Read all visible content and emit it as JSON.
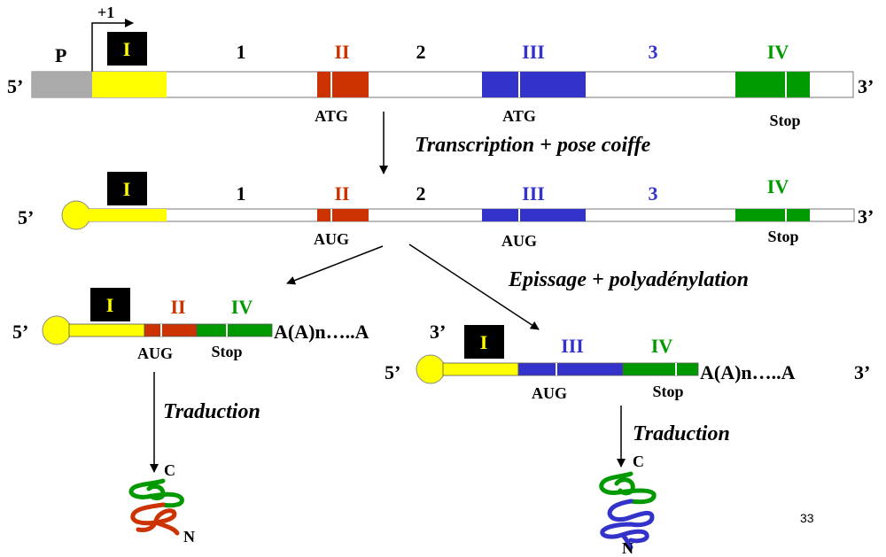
{
  "colors": {
    "exon_I": "#ffff00",
    "exon_II": "#cc3300",
    "exon_III": "#3333cc",
    "exon_IV": "#009900",
    "exon_I_label_bg": "#000000",
    "exon_I_label": "#ffff00",
    "promoter": "#aaaaaa",
    "intron_blue_label": "#3333cc"
  },
  "gene": {
    "tss": "+1",
    "promoter": "P",
    "five_prime": "5’",
    "three_prime": "3’",
    "exon_I": "I",
    "intron_1": "1",
    "exon_II": "II",
    "intron_2": "2",
    "exon_III": "III",
    "intron_3": "3",
    "exon_IV": "IV",
    "start_II": "ATG",
    "start_III": "ATG",
    "stop": "Stop"
  },
  "step1": "Transcription + pose coiffe",
  "premrna": {
    "five_prime": "5’",
    "three_prime": "3’",
    "exon_I": "I",
    "intron_1": "1",
    "exon_II": "II",
    "intron_2": "2",
    "exon_III": "III",
    "intron_3": "3",
    "exon_IV": "IV",
    "start_II": "AUG",
    "start_III": "AUG",
    "stop": "Stop"
  },
  "step2": "Epissage + polyadénylation",
  "mrna_left": {
    "five_prime": "5’",
    "exon_I": "I",
    "exon_II": "II",
    "exon_IV": "IV",
    "start": "AUG",
    "stop": "Stop",
    "polyA": "A(A)n…..A",
    "three_prime": "3’"
  },
  "mrna_right": {
    "five_prime": "5’",
    "exon_I": "I",
    "exon_III": "III",
    "exon_IV": "IV",
    "start": "AUG",
    "stop": "Stop",
    "polyA": "A(A)n…..A",
    "three_prime": "3’"
  },
  "translation_left": "Traduction",
  "translation_right": "Traduction",
  "protein_left": {
    "c_term": "C",
    "n_term": "N"
  },
  "protein_right": {
    "c_term": "C",
    "n_term": "N"
  },
  "page_number": "33"
}
